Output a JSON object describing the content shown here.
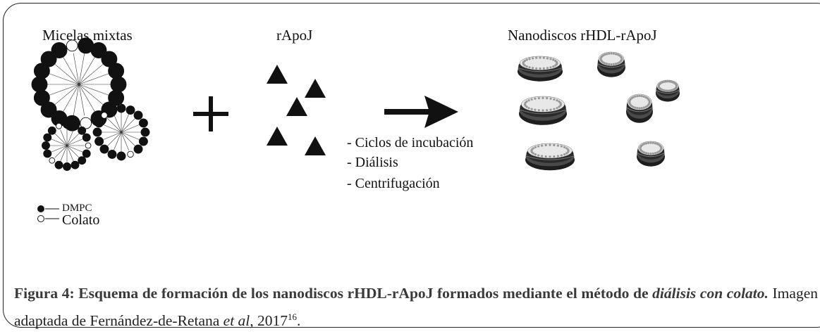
{
  "labels": {
    "mixed_micelles": "Micelas mixtas",
    "protein": "rApoJ",
    "nanodiscs": "Nanodiscos rHDL-rApoJ"
  },
  "process_steps": [
    "- Ciclos de incubación",
    "- Diálisis",
    "- Centrifugación"
  ],
  "legend": {
    "filled": "DMPC",
    "open": "Colato"
  },
  "caption": {
    "figure_label": "Figura 4:",
    "bold_text": " Esquema de formación de los nanodiscos rHDL-rApoJ formados mediante el método de ",
    "bold_italic": "diálisis con colato.",
    "normal_text": " Imagen adaptada de Fernández-de-Retana ",
    "italic": "et al",
    "tail": ", 2017",
    "ref": "16",
    "end": "."
  },
  "colors": {
    "ink": "#111111",
    "caption_bold": "#3a3a3a",
    "disc_band": "#2b2b2b",
    "lipid_head": "#e8e8e8"
  }
}
